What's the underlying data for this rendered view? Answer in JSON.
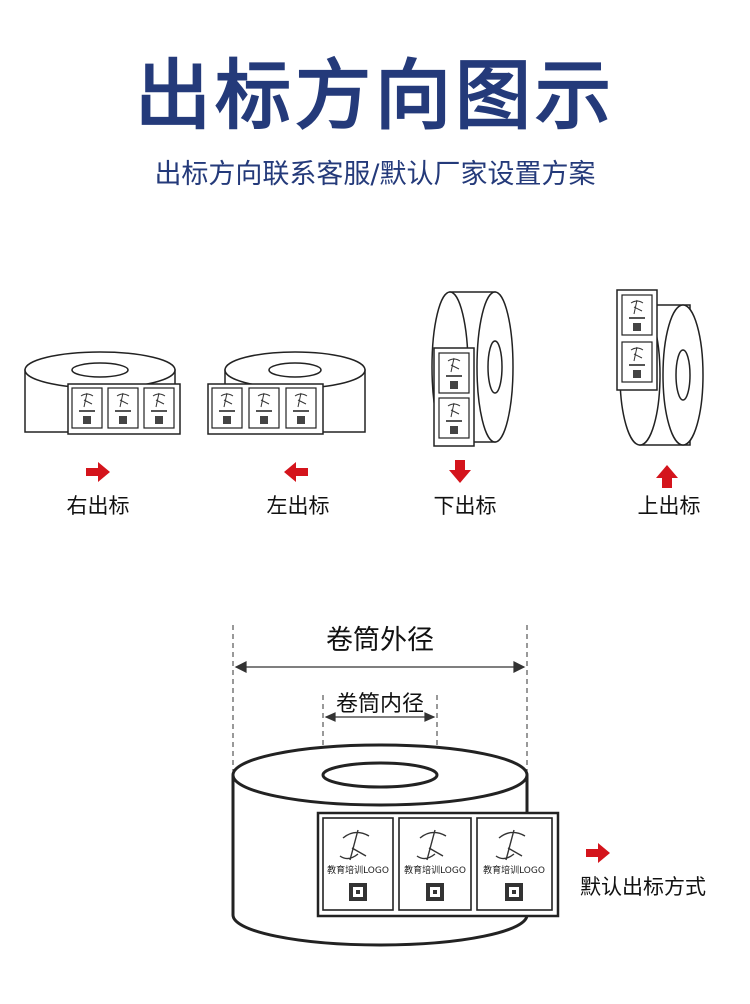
{
  "title": "出标方向图示",
  "subtitle": "出标方向联系客服/默认厂家设置方案",
  "directions": [
    {
      "label": "右出标",
      "arrow": "right"
    },
    {
      "label": "左出标",
      "arrow": "left"
    },
    {
      "label": "下出标",
      "arrow": "down"
    },
    {
      "label": "上出标",
      "arrow": "up"
    }
  ],
  "diagram": {
    "outer_diameter_label": "卷筒外径",
    "inner_diameter_label": "卷筒内径",
    "label_text": "教育培训LOGO",
    "default_direction_label": "默认出标方式"
  },
  "colors": {
    "title": "#243a7a",
    "arrow": "#d4141c",
    "line": "#222222"
  }
}
